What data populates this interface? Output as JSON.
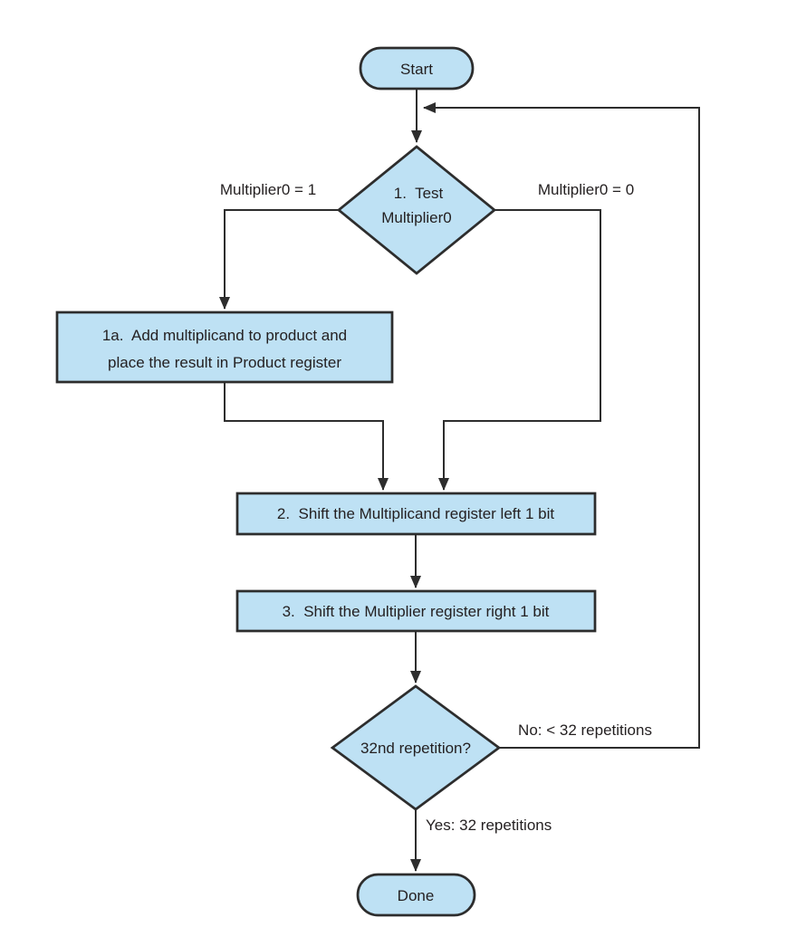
{
  "diagram": {
    "type": "flowchart",
    "background": "#ffffff",
    "colors": {
      "node_fill": "#bee1f4",
      "node_stroke": "#2d2d2d",
      "edge": "#2d2d2d",
      "text": "#231f20"
    },
    "nodes": {
      "start": {
        "shape": "terminator",
        "label": "Start"
      },
      "test": {
        "shape": "decision",
        "line1": "1.  Test",
        "line2": "Multiplier0"
      },
      "add": {
        "shape": "process",
        "line1": "1a.  Add multiplicand to product and",
        "line2": "place the result in Product register"
      },
      "shift_left": {
        "shape": "process",
        "label": "2.  Shift the Multiplicand register left 1 bit"
      },
      "shift_right": {
        "shape": "process",
        "label": "3.  Shift the Multiplier register right 1 bit"
      },
      "repetition": {
        "shape": "decision",
        "label": "32nd repetition?"
      },
      "done": {
        "shape": "terminator",
        "label": "Done"
      }
    },
    "edge_labels": {
      "multiplier_is_1": "Multiplier0 = 1",
      "multiplier_is_0": "Multiplier0 = 0",
      "no": "No: < 32 repetitions",
      "yes": "Yes: 32 repetitions"
    }
  }
}
